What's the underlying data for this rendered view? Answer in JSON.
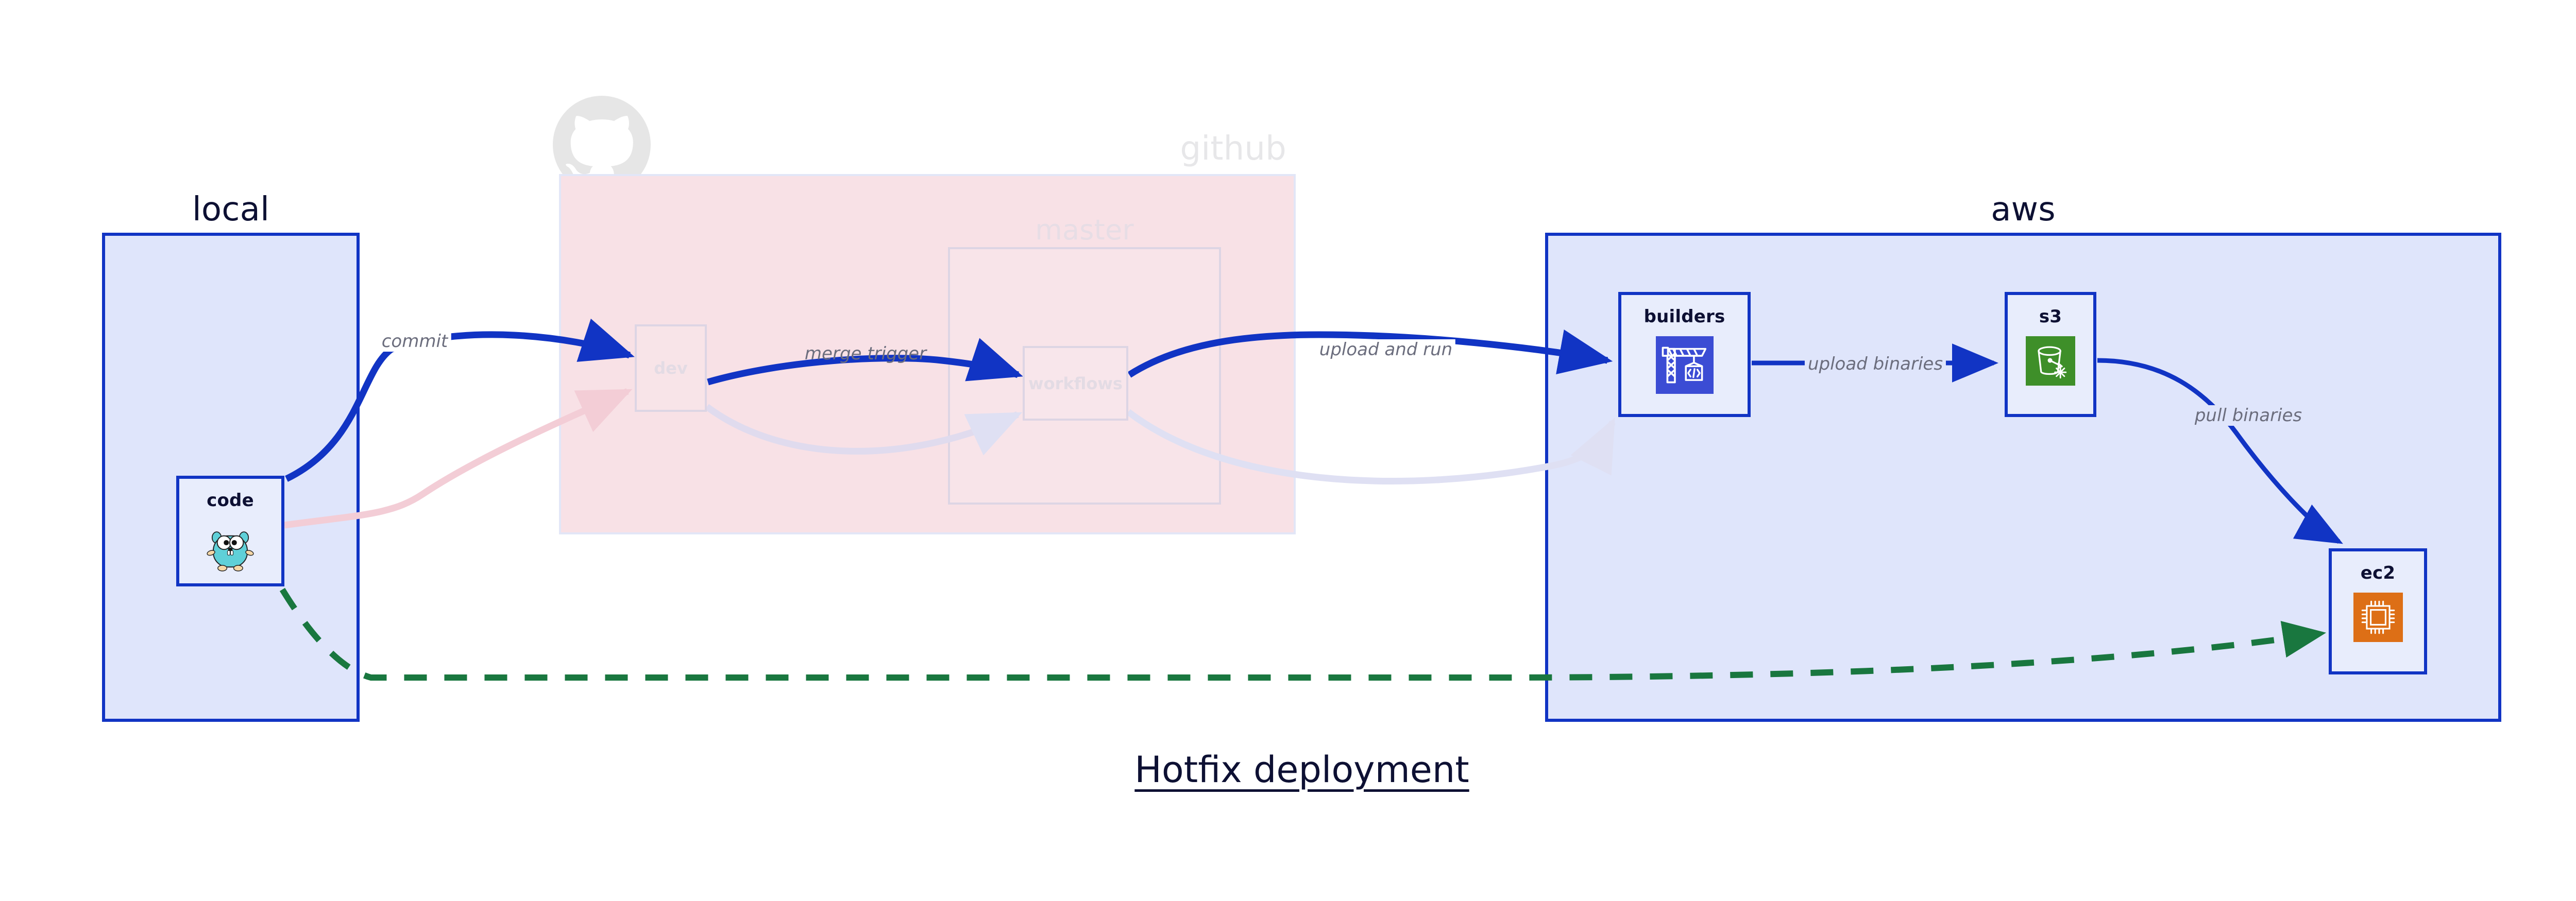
{
  "diagram": {
    "title": "Hotfix deployment",
    "colors": {
      "node_border": "#1134c4",
      "node_fill": "#e8edfc",
      "group_fill_blue": "#dfe5fb",
      "group_fill_pink": "#f8e1e6",
      "edge_active": "#1134c4",
      "edge_dashed": "#19773f",
      "edge_faded_pink": "#f3cdd6",
      "edge_faded_blue": "#dfe0f3",
      "label_text": "#6b6d7d",
      "title_text": "#0d1033",
      "icon_builders": "#3b4cd4",
      "icon_s3": "#3e8f29",
      "icon_ec2": "#dd6f16",
      "faded_group_text": "#e7e7e9"
    }
  },
  "groups": [
    {
      "id": "local",
      "label": "local"
    },
    {
      "id": "github",
      "label": "github"
    },
    {
      "id": "master",
      "label": "master"
    },
    {
      "id": "aws",
      "label": "aws"
    }
  ],
  "nodes": [
    {
      "id": "code",
      "label": "code",
      "icon": "go-gopher-icon",
      "group": "local"
    },
    {
      "id": "dev",
      "label": "dev",
      "icon": null,
      "group": "github"
    },
    {
      "id": "workflows",
      "label": "workflows",
      "icon": null,
      "group": "master"
    },
    {
      "id": "builders",
      "label": "builders",
      "icon": "crane-code-icon",
      "group": "aws"
    },
    {
      "id": "s3",
      "label": "s3",
      "icon": "s3-bucket-icon",
      "group": "aws"
    },
    {
      "id": "ec2",
      "label": "ec2",
      "icon": "cpu-chip-icon",
      "group": "aws"
    }
  ],
  "edges": [
    {
      "id": "commit",
      "from": "code",
      "to": "dev",
      "label": "commit",
      "style": "solid",
      "color": "#1134c4",
      "state": "active"
    },
    {
      "id": "merge-trigger",
      "from": "dev",
      "to": "workflows",
      "label": "merge trigger",
      "style": "solid",
      "color": "#1134c4",
      "state": "active"
    },
    {
      "id": "upload-and-run",
      "from": "workflows",
      "to": "builders",
      "label": "upload and run",
      "style": "solid",
      "color": "#1134c4",
      "state": "active"
    },
    {
      "id": "upload-binaries",
      "from": "builders",
      "to": "s3",
      "label": "upload binaries",
      "style": "solid",
      "color": "#1134c4",
      "state": "active"
    },
    {
      "id": "pull-binaries",
      "from": "s3",
      "to": "ec2",
      "label": "pull binaries",
      "style": "solid",
      "color": "#1134c4",
      "state": "active"
    },
    {
      "id": "hotfix-direct",
      "from": "code",
      "to": "ec2",
      "label": "",
      "style": "dashed",
      "color": "#19773f",
      "state": "active"
    },
    {
      "id": "faded-code-dev",
      "from": "code",
      "to": "dev",
      "label": "",
      "style": "solid",
      "color": "#f3cdd6",
      "state": "faded"
    },
    {
      "id": "faded-dev-workflows",
      "from": "dev",
      "to": "workflows",
      "label": "",
      "style": "solid",
      "color": "#e0dbee",
      "state": "faded"
    },
    {
      "id": "faded-workflows-builders",
      "from": "workflows",
      "to": "builders",
      "label": "",
      "style": "solid",
      "color": "#dfe0f3",
      "state": "faded"
    }
  ],
  "logos": [
    {
      "id": "github-logo",
      "name": "github-octocat-icon"
    }
  ]
}
